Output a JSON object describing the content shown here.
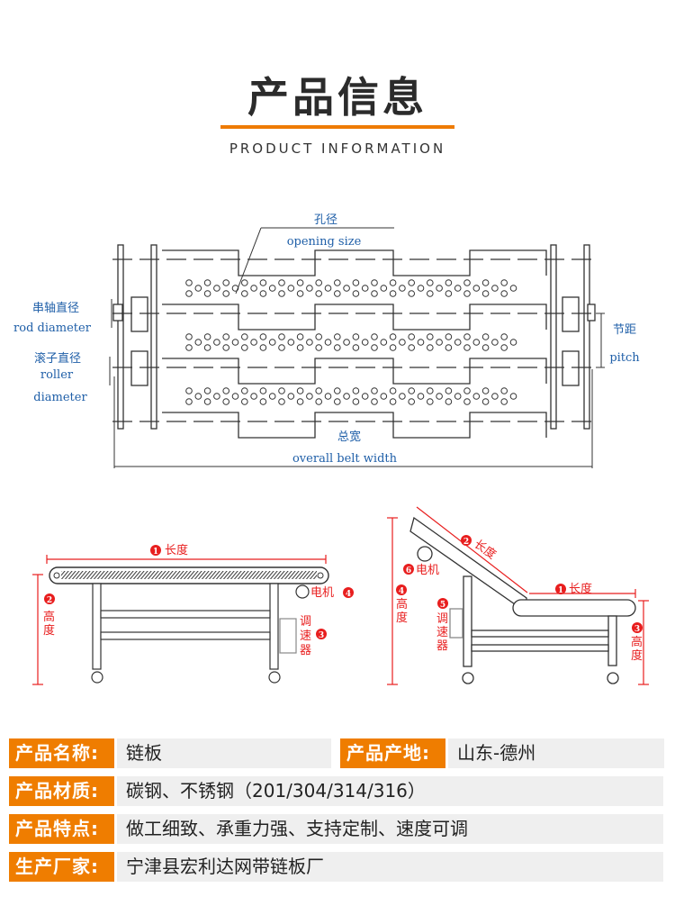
{
  "header": {
    "title": "产品信息",
    "subtitle": "PRODUCT INFORMATION",
    "accent_color": "#ee7b05"
  },
  "chain_diagram": {
    "opening_size_cn": "孔径",
    "opening_size_en": "opening  size",
    "rod_diameter_cn": "串轴直径",
    "rod_diameter_en": "rod  diameter",
    "roller_diameter_cn": "滚子直径",
    "roller_diameter_en_1": "roller",
    "roller_diameter_en_2": "diameter",
    "pitch_cn": "节距",
    "pitch_en": "pitch",
    "overall_width_cn": "总宽",
    "overall_width_en": "overall  belt  width"
  },
  "flat_conveyor": {
    "length": {
      "num": "1",
      "label": "长度"
    },
    "height": {
      "num": "2",
      "label": "高度"
    },
    "speed_controller": {
      "num": "3",
      "label": "调速器"
    },
    "motor": {
      "num": "4",
      "label": "电机"
    }
  },
  "incline_conveyor": {
    "horizontal_length": {
      "num": "1",
      "label": "长度"
    },
    "incline_length": {
      "num": "2",
      "label": "长度"
    },
    "low_height": {
      "num": "3",
      "label": "高度"
    },
    "high_height": {
      "num": "4",
      "label": "高度"
    },
    "speed_controller": {
      "num": "5",
      "label": "调速器"
    },
    "motor": {
      "num": "6",
      "label": "电机"
    }
  },
  "specs": {
    "name": {
      "key": "产品名称:",
      "value": "链板"
    },
    "origin": {
      "key": "产品产地:",
      "value": "山东-德州"
    },
    "material": {
      "key": "产品材质:",
      "value": "碳钢、不锈钢（201/304/314/316）"
    },
    "features": {
      "key": "产品特点:",
      "value": "做工细致、承重力强、支持定制、速度可调"
    },
    "manufacturer": {
      "key": "生产厂家:",
      "value": "宁津县宏利达网带链板厂"
    }
  }
}
